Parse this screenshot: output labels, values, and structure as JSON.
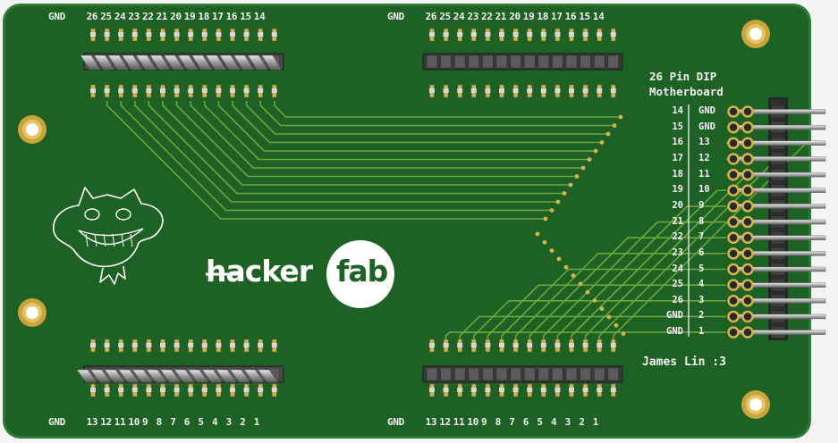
{
  "board": {
    "title_line1": "26 Pin DIP",
    "title_line2": "Motherboard",
    "author": "James Lin :3",
    "logo_left": "hacker",
    "logo_right": "fab",
    "colors": {
      "pcb": "#1e6125",
      "edge": "#2d7a32",
      "trace": "#6aa83d",
      "pad": "#d8b24a",
      "silk": "#f2f2f2"
    }
  },
  "top_left_labels": [
    "GND",
    "26",
    "25",
    "24",
    "23",
    "22",
    "21",
    "20",
    "19",
    "18",
    "17",
    "16",
    "15",
    "14"
  ],
  "top_right_labels": [
    "GND",
    "26",
    "25",
    "24",
    "23",
    "22",
    "21",
    "20",
    "19",
    "18",
    "17",
    "16",
    "15",
    "14"
  ],
  "bottom_left_labels": [
    "GND",
    "13",
    "12",
    "11",
    "10",
    "9",
    "8",
    "7",
    "6",
    "5",
    "4",
    "3",
    "2",
    "1"
  ],
  "bottom_right_labels": [
    "GND",
    "13",
    "12",
    "11",
    "10",
    "9",
    "8",
    "7",
    "6",
    "5",
    "4",
    "3",
    "2",
    "1"
  ],
  "pin_rows": [
    {
      "left": "14",
      "right": "GND"
    },
    {
      "left": "15",
      "right": "GND"
    },
    {
      "left": "16",
      "right": "13"
    },
    {
      "left": "17",
      "right": "12"
    },
    {
      "left": "18",
      "right": "11"
    },
    {
      "left": "19",
      "right": "10"
    },
    {
      "left": "20",
      "right": "9"
    },
    {
      "left": "21",
      "right": "8"
    },
    {
      "left": "22",
      "right": "7"
    },
    {
      "left": "23",
      "right": "6"
    },
    {
      "left": "24",
      "right": "5"
    },
    {
      "left": "25",
      "right": "4"
    },
    {
      "left": "26",
      "right": "3"
    },
    {
      "left": "GND",
      "right": "2"
    },
    {
      "left": "GND",
      "right": "1"
    }
  ]
}
